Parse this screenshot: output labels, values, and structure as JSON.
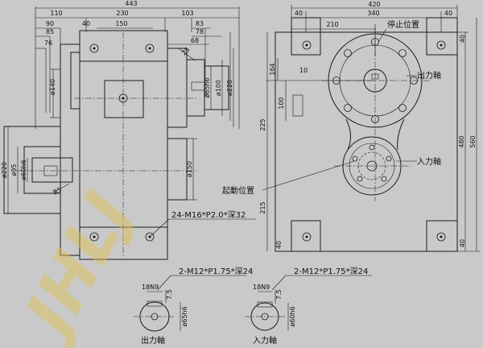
{
  "watermark": "JHLJ",
  "front_view": {
    "dims_top": [
      "443",
      "110",
      "230",
      "103",
      "90",
      "40",
      "150",
      "83",
      "85",
      "78",
      "76",
      "68"
    ],
    "dims_vertical": [
      "ø140",
      "ø65h6",
      "ø100",
      "ø220",
      "ø150",
      "ø220",
      "ø95",
      "ø60h6"
    ],
    "small_labels": [
      "25",
      "R5"
    ],
    "callout": "24-M16*P2.0*深32"
  },
  "side_view": {
    "dims_top": [
      "420",
      "40",
      "340",
      "40",
      "210"
    ],
    "dims_left": [
      "164",
      "10",
      "100",
      "225",
      "215",
      "40"
    ],
    "dims_right": [
      "40",
      "480",
      "560",
      "40"
    ],
    "stop_label": "停止位置",
    "start_label": "起動位置",
    "output_label": "出力軸",
    "input_label": "入力軸"
  },
  "detail_output": {
    "callout": "2-M12*P1.75*深24",
    "key": "18N9",
    "depth": "7.5",
    "dia": "ø65h6",
    "caption": "出力軸"
  },
  "detail_input": {
    "callout": "2-M12*P1.75*深24",
    "key": "18N9",
    "depth": "7.5",
    "dia": "ø60h6",
    "caption": "入力軸"
  }
}
